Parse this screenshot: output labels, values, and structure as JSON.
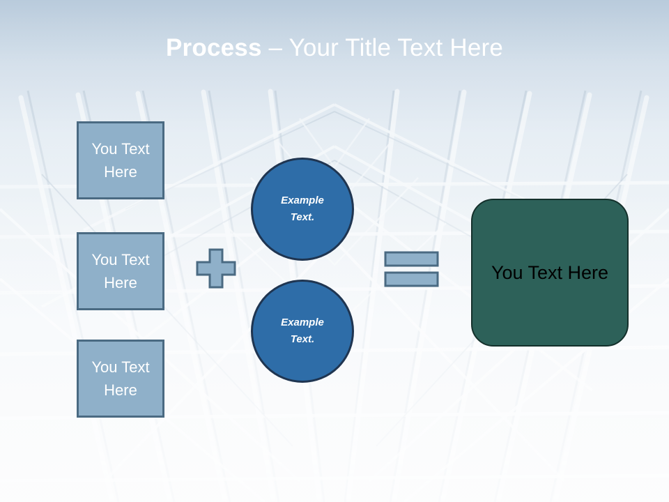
{
  "slide": {
    "title_strong": "Process",
    "title_separator": " – ",
    "title_rest": "Your Title Text Here",
    "background_description": "architectural glass lattice roof photo, faded"
  },
  "colors": {
    "header_top": "#4c6680",
    "header_bottom": "#8badc9",
    "input_box_fill": "#8fb0c9",
    "input_box_border": "#4a6a82",
    "circle_fill": "#2e6da8",
    "circle_border": "#1f3551",
    "result_box_fill": "#2d6159",
    "result_box_border": "#14302b",
    "operator_fill": "#8fb0c9",
    "operator_border": "#4a6a82",
    "title_text": "#ffffff",
    "result_text": "#000000"
  },
  "inputs": [
    {
      "label": "You Text Here"
    },
    {
      "label": "You Text Here"
    },
    {
      "label": "You Text Here"
    }
  ],
  "circles": [
    {
      "line1": "Example",
      "line2": "Text."
    },
    {
      "line1": "Example",
      "line2": "Text."
    }
  ],
  "operators": {
    "plus": "+",
    "equals": "="
  },
  "result": {
    "label": "You Text Here"
  }
}
